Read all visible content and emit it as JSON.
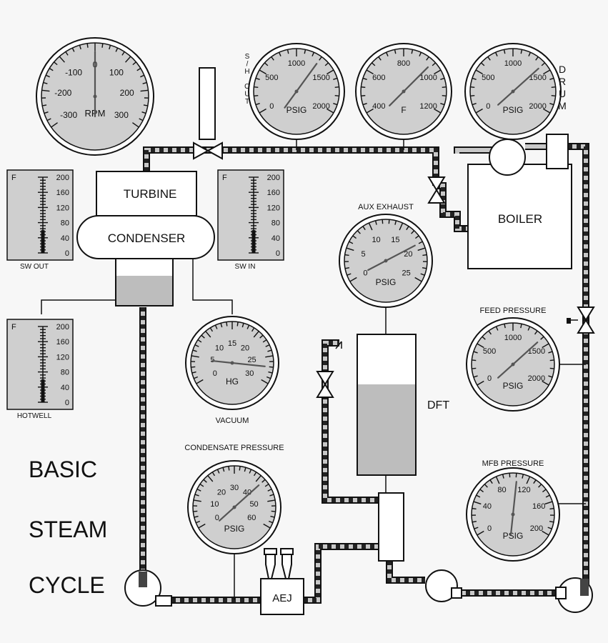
{
  "title_lines": [
    "BASIC",
    "STEAM",
    "CYCLE"
  ],
  "components": {
    "turbine": "TURBINE",
    "condenser": "CONDENSER",
    "boiler": "BOILER",
    "dft": "DFT",
    "aej": "AEJ"
  },
  "gauges": {
    "rpm": {
      "unit": "RPM",
      "labels": [
        "-300",
        "-200",
        "-100",
        "0",
        "100",
        "200",
        "300"
      ],
      "reading": 0
    },
    "superheat": {
      "unit": "PSIG",
      "side_label": [
        "S",
        "/",
        "H",
        "",
        "O",
        "U",
        "T"
      ],
      "labels": [
        "0",
        "500",
        "1000",
        "1500",
        "2000"
      ],
      "reading": 1300
    },
    "temperature": {
      "unit": "F",
      "labels": [
        "400",
        "600",
        "800",
        "1000",
        "1200"
      ],
      "reading": 950
    },
    "drum": {
      "unit": "PSIG",
      "side_label": [
        "D",
        "R",
        "U",
        "M"
      ],
      "labels": [
        "0",
        "500",
        "1000",
        "1500",
        "2000"
      ],
      "reading": 1400
    },
    "aux_exhaust": {
      "title": "AUX EXHAUST",
      "unit": "PSIG",
      "labels": [
        "0",
        "5",
        "10",
        "15",
        "20",
        "25"
      ],
      "reading": 19
    },
    "vacuum": {
      "title": "VACUUM",
      "unit": "HG",
      "labels": [
        "0",
        "5",
        "10",
        "15",
        "20",
        "25",
        "30"
      ],
      "reading": 27
    },
    "feed": {
      "title": "FEED PRESSURE",
      "unit": "PSIG",
      "labels": [
        "0",
        "500",
        "1000",
        "1500",
        "2000"
      ],
      "reading": 1400
    },
    "condensate": {
      "title": "CONDENSATE PRESSURE",
      "unit": "PSIG",
      "labels": [
        "0",
        "10",
        "20",
        "30",
        "40",
        "50",
        "60"
      ],
      "reading": 42
    },
    "mfb": {
      "title": "MFB PRESSURE",
      "unit": "PSIG",
      "labels": [
        "0",
        "40",
        "80",
        "120",
        "160",
        "200"
      ],
      "reading": 105
    }
  },
  "thermometers": {
    "sw_out": {
      "title": "SW OUT",
      "unit": "F",
      "labels": [
        "200",
        "160",
        "120",
        "80",
        "40",
        "0"
      ],
      "reading": 60
    },
    "sw_in": {
      "title": "SW IN",
      "unit": "F",
      "labels": [
        "200",
        "160",
        "120",
        "80",
        "40",
        "0"
      ],
      "reading": 60
    },
    "hotwell": {
      "title": "HOTWELL",
      "unit": "F",
      "labels": [
        "200",
        "160",
        "120",
        "80",
        "40",
        "0"
      ],
      "reading": 60
    }
  },
  "colors": {
    "face": "#cfcfcf",
    "liquid": "#bdbdbd",
    "ink": "#111111"
  }
}
